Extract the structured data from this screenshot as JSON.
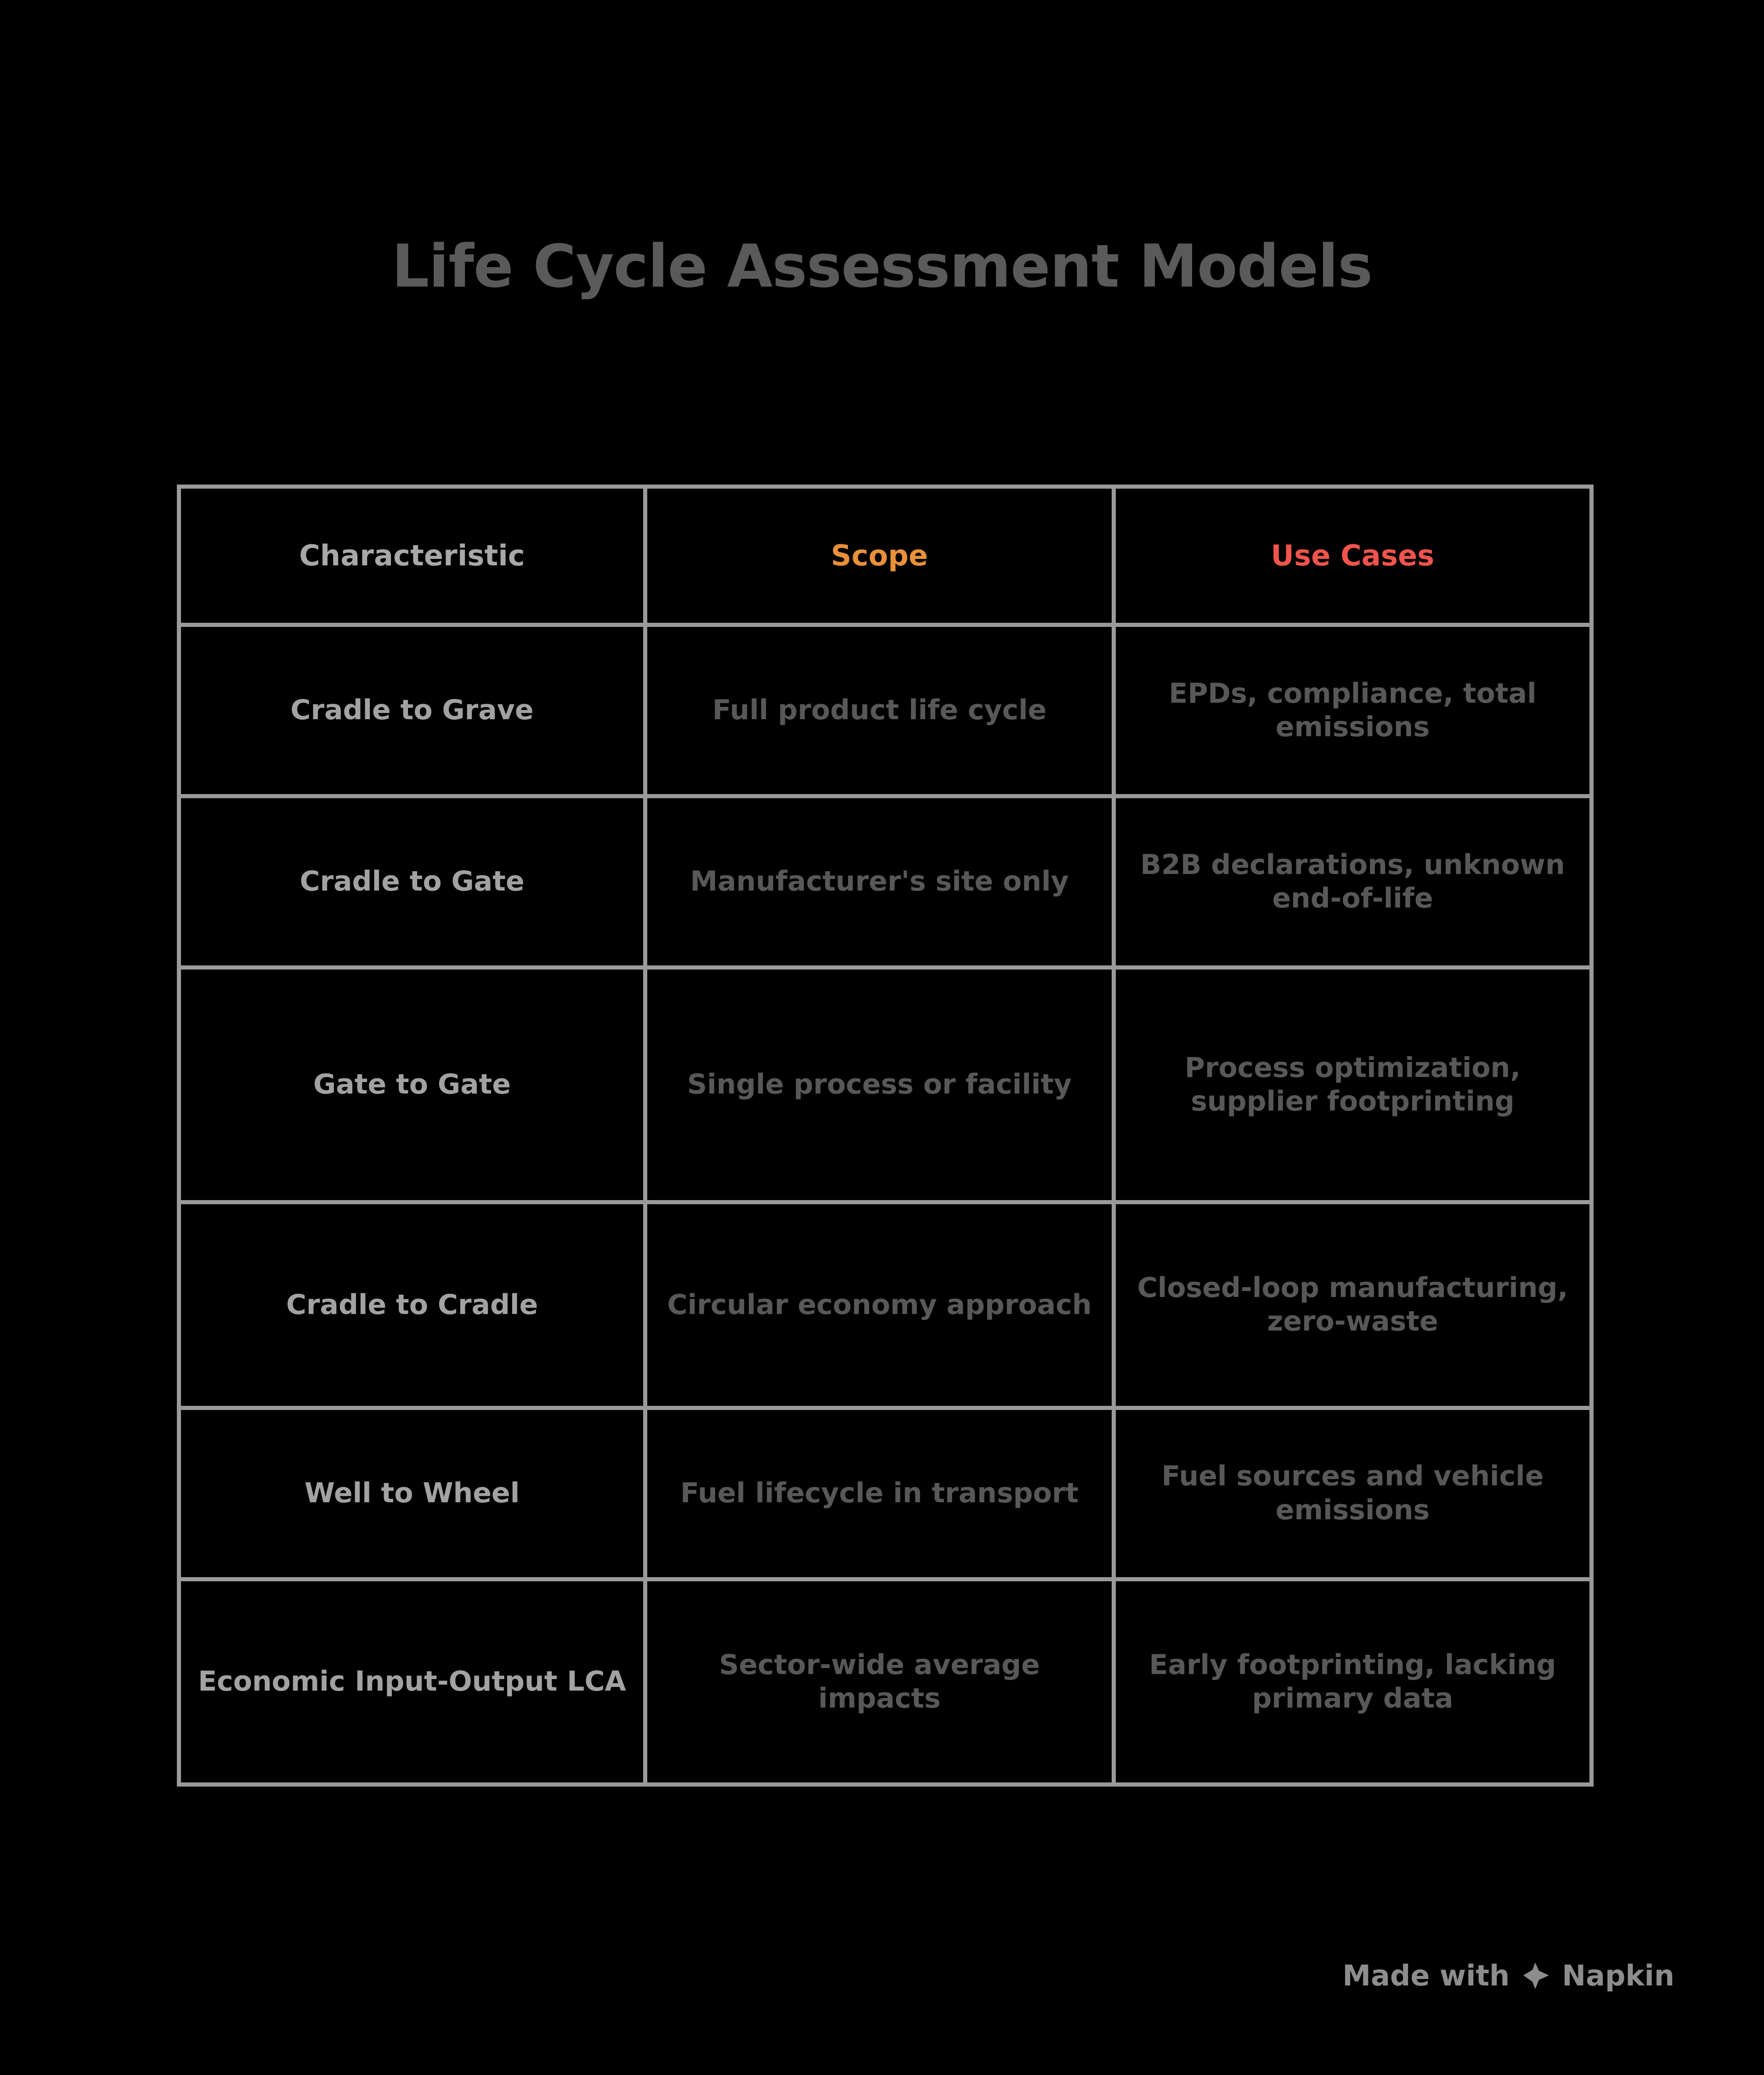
{
  "page": {
    "title": "Life Cycle Assessment Models",
    "background_color": "#000000"
  },
  "colors": {
    "title_gray": "#5a5a5a",
    "border_gray": "#9a9a9a",
    "column1_text": "#a2a2a2",
    "body_text": "#585858",
    "scope_accent": "#e8903a",
    "usecases_accent": "#f0544c",
    "footer_text": "#8d8d8d"
  },
  "table": {
    "headers": [
      {
        "label": "Characteristic",
        "color": "#a8a8a8"
      },
      {
        "label": "Scope",
        "color": "#e8903a"
      },
      {
        "label": "Use Cases",
        "color": "#f0544c"
      }
    ],
    "rows": [
      {
        "characteristic": "Cradle to Grave",
        "scope": "Full product life cycle",
        "use_cases": "EPDs, compliance, total emissions"
      },
      {
        "characteristic": "Cradle to Gate",
        "scope": "Manufacturer's site only",
        "use_cases": "B2B declarations, unknown end-of-life"
      },
      {
        "characteristic": "Gate to Gate",
        "scope": "Single process or facility",
        "use_cases": "Process optimization, supplier footprinting"
      },
      {
        "characteristic": "Cradle to Cradle",
        "scope": "Circular economy approach",
        "use_cases": "Closed-loop manufacturing, zero-waste"
      },
      {
        "characteristic": "Well to Wheel",
        "scope": "Fuel lifecycle in transport",
        "use_cases": "Fuel sources and vehicle emissions"
      },
      {
        "characteristic": "Economic Input-Output LCA",
        "scope": "Sector-wide average impacts",
        "use_cases": "Early footprinting, lacking primary data"
      }
    ]
  },
  "footer": {
    "made_with": "Made with",
    "brand": "Napkin",
    "logo_icon": "napkin-diamond-icon"
  }
}
